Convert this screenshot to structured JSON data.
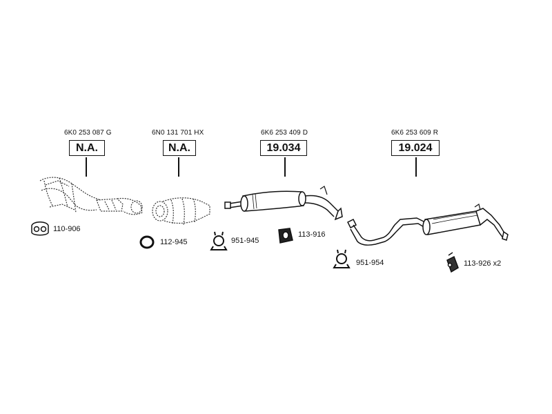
{
  "parts": [
    {
      "oem": "6K0 253 087 G",
      "ref": "N.A."
    },
    {
      "oem": "6N0 131 701 HX",
      "ref": "N.A."
    },
    {
      "oem": "6K6 253 409 D",
      "ref": "19.034"
    },
    {
      "oem": "6K6 253 609 R",
      "ref": "19.024"
    }
  ],
  "accessories": [
    {
      "code": "110-906"
    },
    {
      "code": "112-945"
    },
    {
      "code": "951-945"
    },
    {
      "code": "113-916"
    },
    {
      "code": "951-954"
    },
    {
      "code": "113-926 x2"
    }
  ]
}
